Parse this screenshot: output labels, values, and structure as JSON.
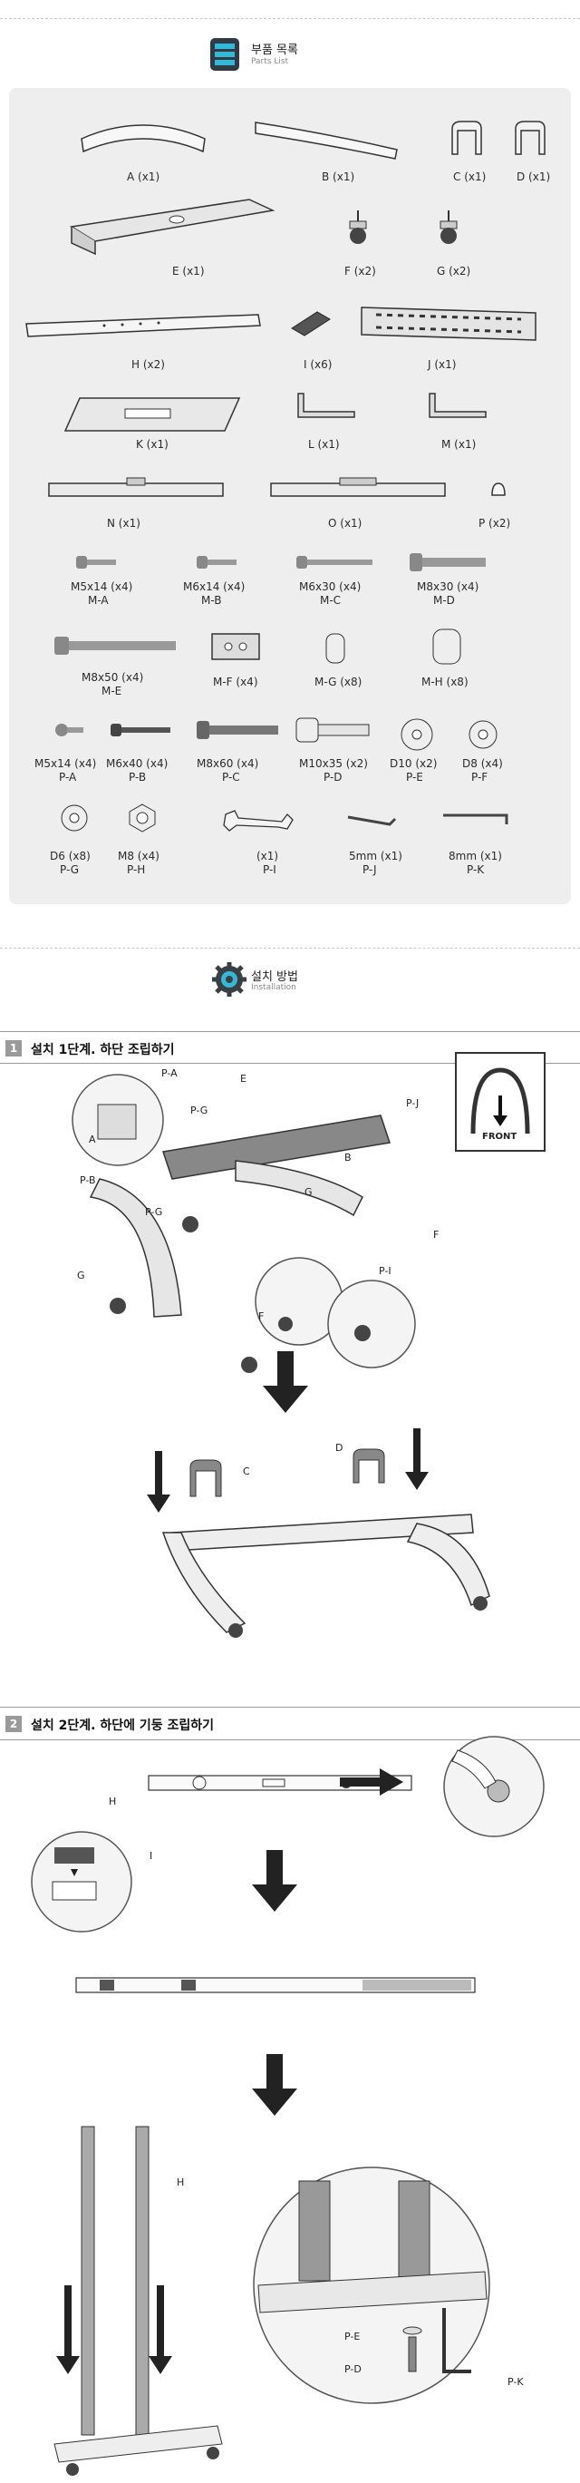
{
  "parts_section": {
    "title": "부품 목록",
    "subtitle": "Parts List"
  },
  "parts": {
    "A": "A (x1)",
    "B": "B (x1)",
    "C": "C (x1)",
    "D": "D (x1)",
    "E": "E (x1)",
    "F": "F (x2)",
    "G": "G (x2)",
    "H": "H (x2)",
    "I": "I (x6)",
    "J": "J (x1)",
    "K": "K (x1)",
    "L": "L (x1)",
    "M": "M (x1)",
    "N": "N (x1)",
    "O": "O (x1)",
    "P": "P (x2)"
  },
  "hardware": {
    "MA": {
      "size": "M5x14 (x4)",
      "code": "M-A"
    },
    "MB": {
      "size": "M6x14 (x4)",
      "code": "M-B"
    },
    "MC": {
      "size": "M6x30 (x4)",
      "code": "M-C"
    },
    "MD": {
      "size": "M8x30 (x4)",
      "code": "M-D"
    },
    "ME": {
      "size": "M8x50 (x4)",
      "code": "M-E"
    },
    "MF": {
      "size": "M-F (x4)"
    },
    "MG": {
      "size": "M-G (x8)"
    },
    "MH": {
      "size": "M-H (x8)"
    },
    "PA": {
      "size": "M5x14 (x4)",
      "code": "P-A"
    },
    "PB": {
      "size": "M6x40 (x4)",
      "code": "P-B"
    },
    "PC": {
      "size": "M8x60 (x4)",
      "code": "P-C"
    },
    "PD": {
      "size": "M10x35 (x2)",
      "code": "P-D"
    },
    "PE": {
      "size": "D10 (x2)",
      "code": "P-E"
    },
    "PF": {
      "size": "D8 (x4)",
      "code": "P-F"
    },
    "PG": {
      "size": "D6 (x8)",
      "code": "P-G"
    },
    "PH": {
      "size": "M8 (x4)",
      "code": "P-H"
    },
    "PI": {
      "size": "(x1)",
      "code": "P-I"
    },
    "PJ": {
      "size": "5mm (x1)",
      "code": "P-J"
    },
    "PK": {
      "size": "8mm (x1)",
      "code": "P-K"
    }
  },
  "install_section": {
    "title": "설치 방법",
    "subtitle": "Installation"
  },
  "step1": {
    "number": "1",
    "title": "설치 1단계.  하단 조립하기",
    "front_label": "FRONT",
    "callouts": {
      "PA": "P-A",
      "PG1": "P-G",
      "E": "E",
      "PJ": "P-J",
      "A": "A",
      "B": "B",
      "PB": "P-B",
      "PG2": "P-G",
      "G1": "G",
      "G2": "G",
      "F1": "F",
      "F2": "F",
      "PI": "P-I",
      "C": "C",
      "D": "D"
    }
  },
  "step2": {
    "number": "2",
    "title": "설치 2단계.  하단에 기둥 조립하기",
    "callouts": {
      "H1": "H",
      "I": "I",
      "H2": "H",
      "PE": "P-E",
      "PD": "P-D",
      "PK": "P-K"
    }
  },
  "colors": {
    "panel": "#eeeeee",
    "metal": "#bcbcbc",
    "dark": "#333333",
    "accent": "#2aa8c8"
  }
}
